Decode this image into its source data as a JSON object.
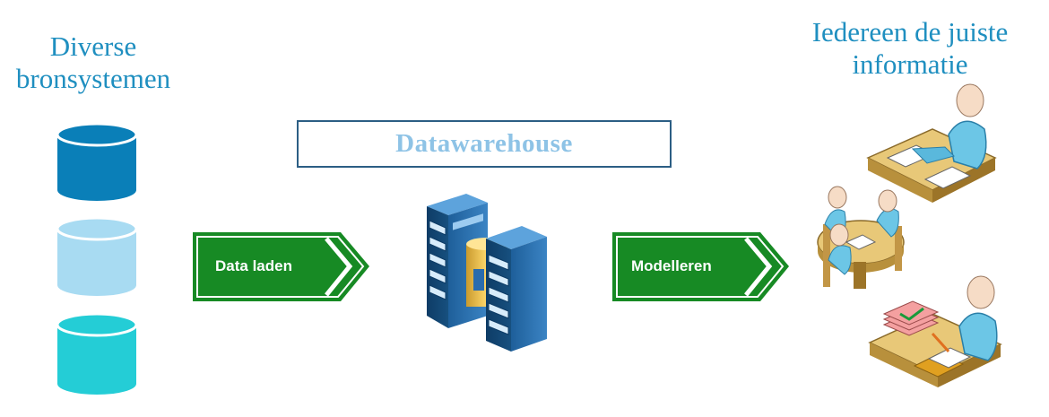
{
  "sources": {
    "title": "Diverse bronsystemen",
    "colors": [
      "#0a7fb8",
      "#a8dbf2",
      "#24cdd6"
    ]
  },
  "warehouse": {
    "label": "Datawarehouse"
  },
  "flow": {
    "step1_label": "Data laden",
    "step2_label": "Modelleren",
    "arrow_color": "#178a24"
  },
  "output": {
    "title": "Iedereen de juiste informatie"
  },
  "icons": {
    "database": "database-cylinder-icon",
    "server": "server-rack-icon",
    "people": "users-at-desk-icon"
  }
}
